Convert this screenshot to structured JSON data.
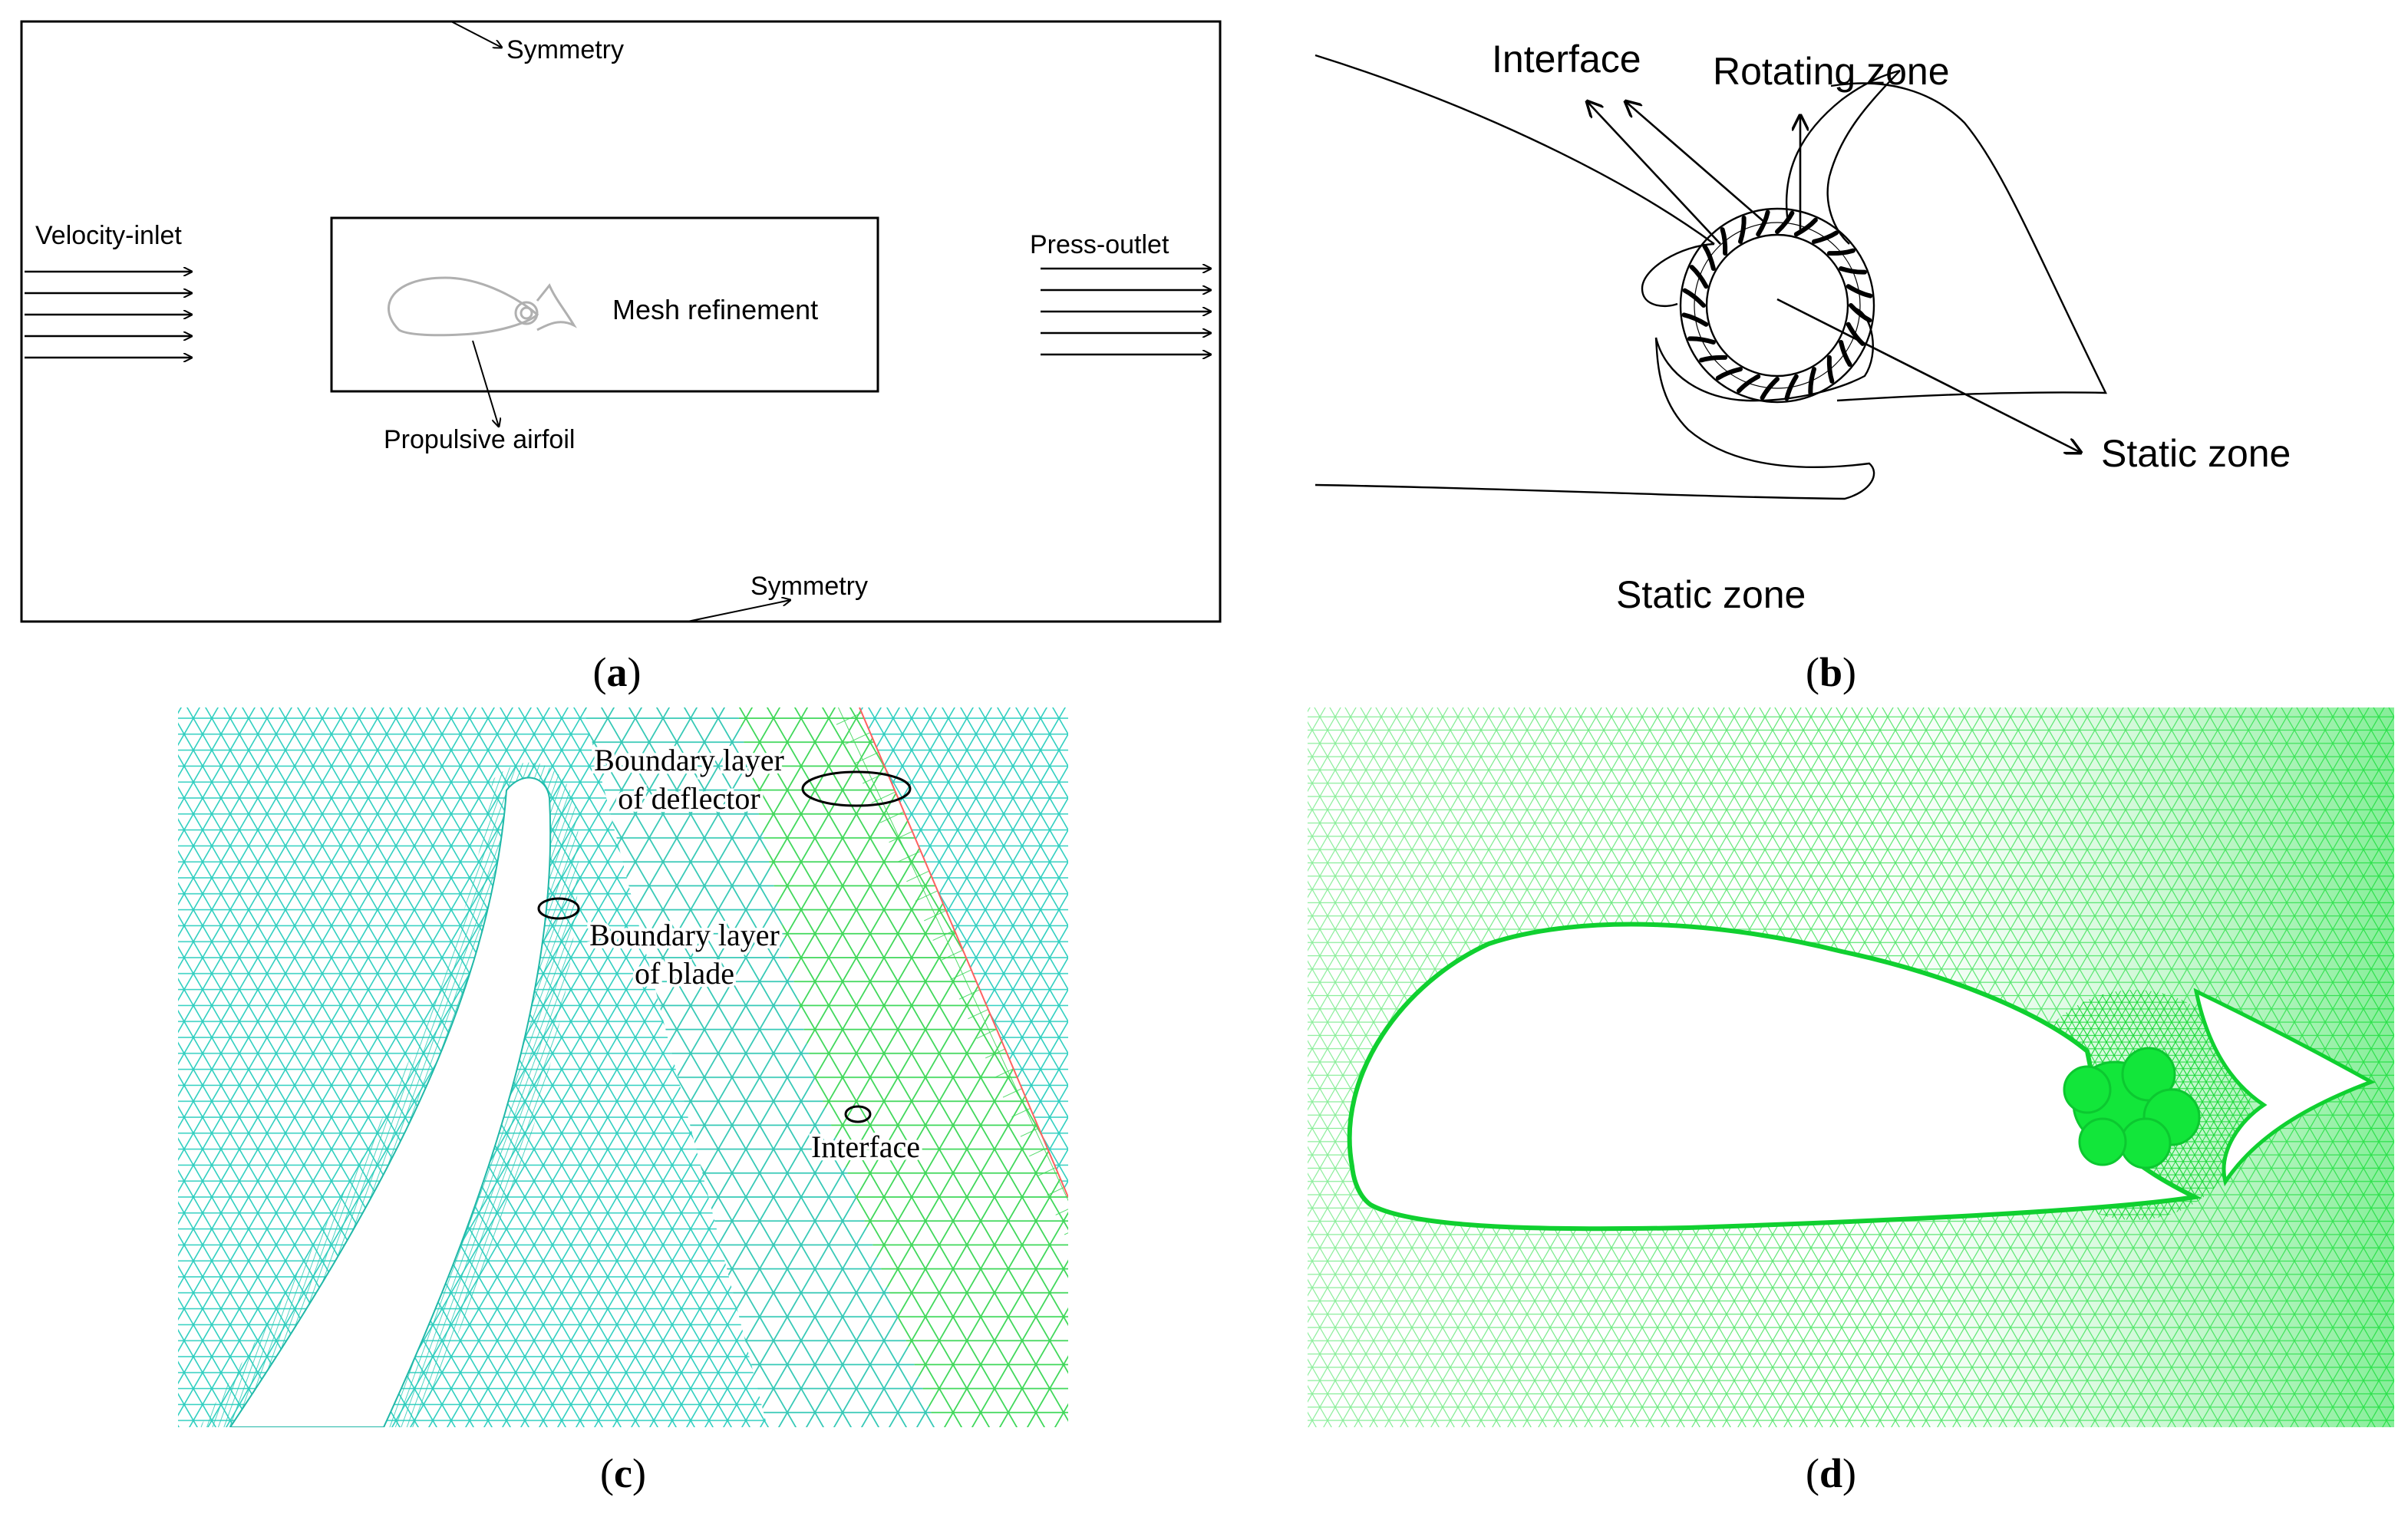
{
  "panels": {
    "a": {
      "caption_letter": "a",
      "labels": {
        "symmetry_top": "Symmetry",
        "symmetry_bottom": "Symmetry",
        "velocity_inlet": "Velocity-inlet",
        "press_outlet": "Press-outlet",
        "mesh_refinement": "Mesh refinement",
        "propulsive_airfoil": "Propulsive airfoil"
      }
    },
    "b": {
      "caption_letter": "b",
      "labels": {
        "interface": "Interface",
        "rotating_zone": "Rotating zone",
        "static_zone_right": "Static zone",
        "static_zone_bottom": "Static zone"
      }
    },
    "c": {
      "caption_letter": "c",
      "labels": {
        "bl_deflector_1": "Boundary layer",
        "bl_deflector_2": "of deflector",
        "bl_blade_1": "Boundary layer",
        "bl_blade_2": "of blade",
        "interface": "Interface"
      }
    },
    "d": {
      "caption_letter": "d"
    }
  },
  "colors": {
    "mesh_cyan": "#2fcfc0",
    "mesh_green": "#22e044",
    "airfoil_outline": "#b0b0b0",
    "line": "#000000"
  }
}
